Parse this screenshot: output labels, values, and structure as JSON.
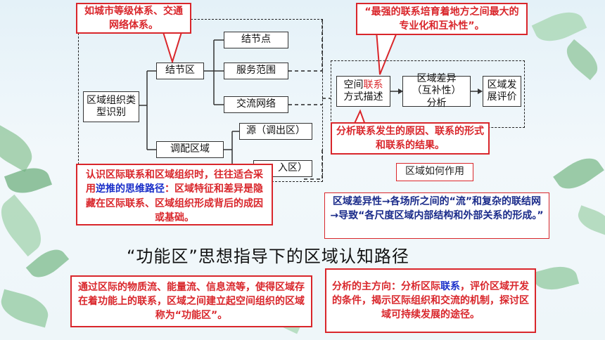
{
  "callout_top_left": "如城市等级体系、交通网络体系。",
  "callout_top_right": "“最强的联系培育着地方之间最大的专业化和互补性”。",
  "tree": {
    "root": "区域组织类型识别",
    "node_a": "结节区",
    "node_a_children": [
      "结节点",
      "服务范围",
      "交流网络"
    ],
    "node_b": "调配区域",
    "node_b_children": [
      "源（调出区）",
      "入区）"
    ]
  },
  "flow": {
    "step1_pre": "空间",
    "step1_hl": "联系",
    "step1_post": "方式描述",
    "step2": "区域差异（互补性）分析",
    "step3": "区域发展评价"
  },
  "callout_reason": "分析联系发生的原因、联系的形式和联系的结果。",
  "region_role_label": "区域如何作用",
  "callout_reverse": {
    "part1": "认识区际联系和区域组织时，往往适合采用",
    "part2": "逆推的思维路径",
    "part3": "：区域特征和差异是隐藏在区际联系、区域组织形成背后的成因或基础。"
  },
  "callout_difference": "区域差异性→各场所之间的“流”和复杂的联结网→导致“各尺度区域内部结构和外部关系的形成。”",
  "main_title": "“功能区”思想指导下的区域认知路径",
  "callout_function_area": "通过区际的物质流、能量流、信息流等，使得区域存在着功能上的联系，区域之间建立起空间组织的区域称为“功能区”。",
  "callout_direction": {
    "part1": "分析的主方向：分析区际",
    "part2": "联系",
    "part3": "，评价区域开发的条件，揭示区际组织和交流的机制，探讨区域可持续发展的途径。"
  },
  "colors": {
    "accent_red": "#d9262b",
    "accent_blue": "#1a2fc9"
  }
}
